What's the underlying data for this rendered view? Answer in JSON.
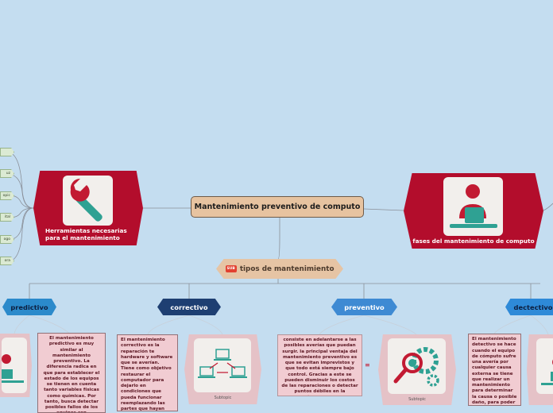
{
  "central": {
    "title": "Mantenimiento preventivo de computo"
  },
  "herramientas": {
    "label": "Herramientas necesarias para el mantenimiento"
  },
  "fases": {
    "label": "fases del mantenimiento de computo"
  },
  "tipos": {
    "icon_tag": "SUB",
    "label": "tipos de mantenimiento"
  },
  "left_leaves": [
    "",
    "uz",
    "opic",
    "ital",
    "ogo",
    "ora"
  ],
  "branches": [
    {
      "label": "predictivo",
      "fill": "#2b8acb",
      "text_color": "#0c1f40"
    },
    {
      "label": "correctivo",
      "fill": "#1e3f72",
      "text_color": "#ffffff"
    },
    {
      "label": "preventivo",
      "fill": "#3e8ad3",
      "text_color": "#ffffff"
    },
    {
      "label": "dectectivo",
      "fill": "#2e8ad8",
      "text_color": "#0c1f40"
    }
  ],
  "notes": {
    "predictivo": "El mantenimiento predictivo es muy similar al mantenimiento preventivo. La diferencia radica en que para establecer el estado de los equipos se tienen en cuenta tanto variables físicas como químicas. Por tanto, busca detectar posibles fallos de los equipos con anterioridad permite anticiparse a errores. es",
    "correctivo": "El mantenimiento correctivo es la reparación te hardware y software que se averían. Tiene como objetivo restaurar el computador para dejarlo en condiciones que pueda funcionar reemplazando las partes que hayan sufrido daños.",
    "preventivo": "consiste en adelantarse a las posibles averías que puedan surgir. la principal ventaja del mantenimiento preventivo es que se evitan imprevistos y que todo está siempre bajo control. Gracias a este se pueden disminuir los costos de las reparaciones o detectar puntos débiles en la instalación de los aparatos.",
    "dectectivo": "El mantenimiento detectivo se hace cuando el equipo de cómputo sufre una avería por cualquier causa externa se tiene que realizar un mantenimiento para determinar la causa o posible daño, para poder tratarse."
  },
  "subtopic_labels": {
    "correctivo": "Subtopic",
    "preventivo": "Subtopic"
  },
  "list_marker": "≡",
  "icons": [
    "wrench-icon",
    "person-at-computer-icon",
    "network-icon",
    "gear-search-icon"
  ],
  "colors": {
    "background": "#c4ddf0",
    "central": "#e7c3a0",
    "red_topic": "#b30d2c",
    "tipos": "#e6c4a4",
    "note_box": "#f1ccd2"
  }
}
